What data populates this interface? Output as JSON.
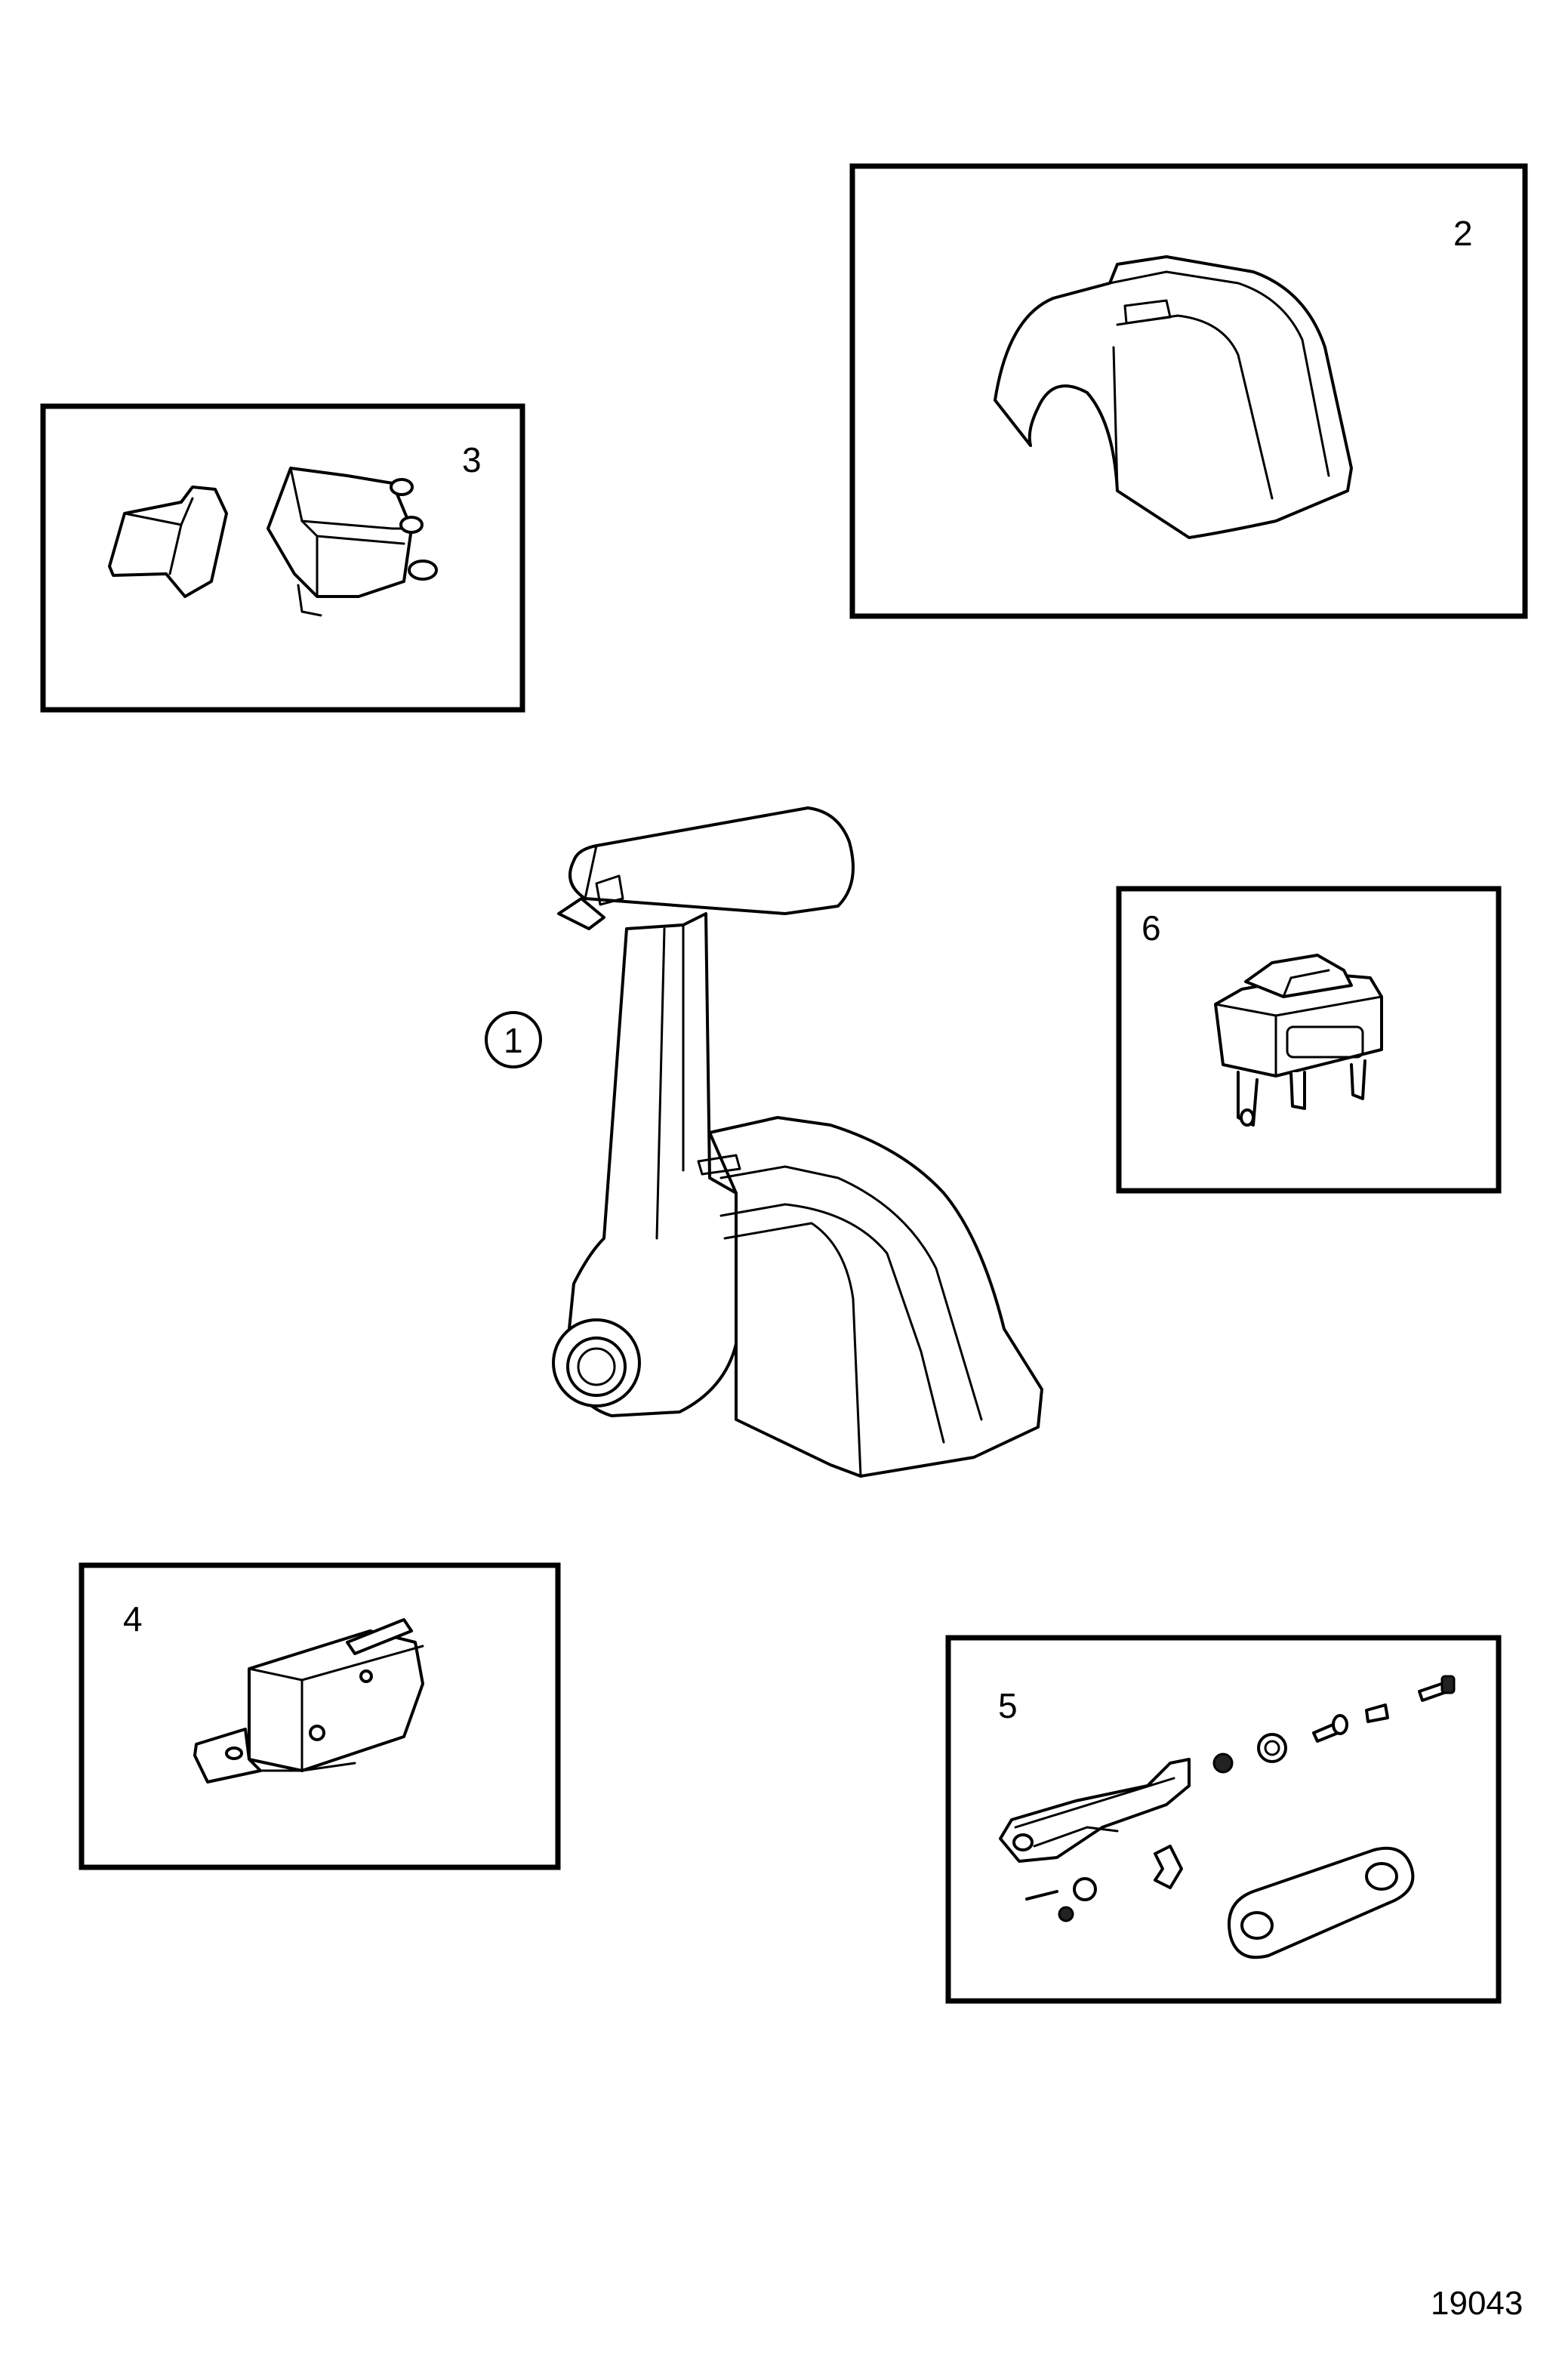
{
  "callouts": {
    "part1": "1",
    "part2": "2",
    "part3": "3",
    "part4": "4",
    "part5": "5",
    "part6": "6"
  },
  "figure_ref": "19043",
  "colors": {
    "ink": "#000000",
    "background": "#ffffff"
  }
}
